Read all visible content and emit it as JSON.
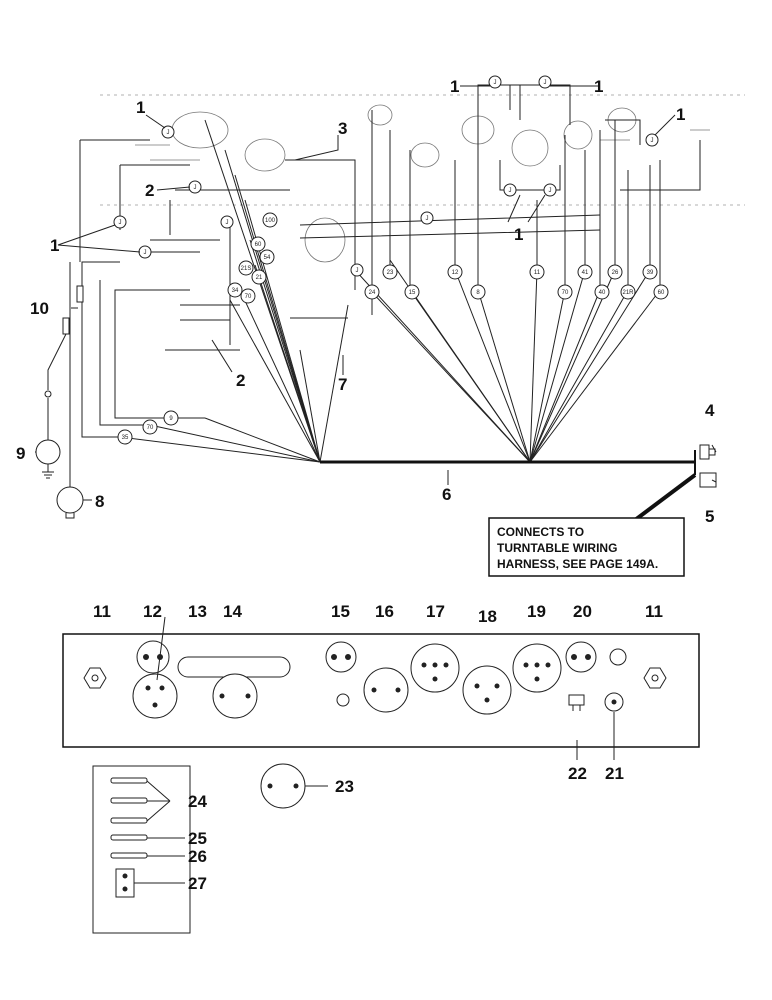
{
  "note": {
    "lines": [
      "CONNECTS TO",
      "TURNTABLE WIRING",
      "HARNESS, SEE PAGE 149A."
    ]
  },
  "callouts": {
    "c1": "1",
    "c2": "2",
    "c3": "3",
    "c4": "4",
    "c5": "5",
    "c6": "6",
    "c7": "7",
    "c8": "8",
    "c9": "9",
    "c10": "10",
    "c11": "11",
    "c12": "12",
    "c13": "13",
    "c14": "14",
    "c15": "15",
    "c16": "16",
    "c17": "17",
    "c18": "18",
    "c19": "19",
    "c20": "20",
    "c21": "21",
    "c22": "22",
    "c23": "23",
    "c24": "24",
    "c25": "25",
    "c26": "26",
    "c27": "27"
  },
  "wire_ids": {
    "j": "J",
    "w100": "100",
    "w60": "60",
    "w54": "54",
    "w21s": "21S",
    "w21": "21",
    "w34": "34",
    "w70": "70",
    "w9": "9",
    "w35": "35",
    "w24": "24",
    "w23": "23",
    "w15": "15",
    "w12": "12",
    "w8": "8",
    "w11": "11",
    "w41": "41",
    "w40": "40",
    "w26": "26",
    "w21r": "21R",
    "w39": "39"
  }
}
